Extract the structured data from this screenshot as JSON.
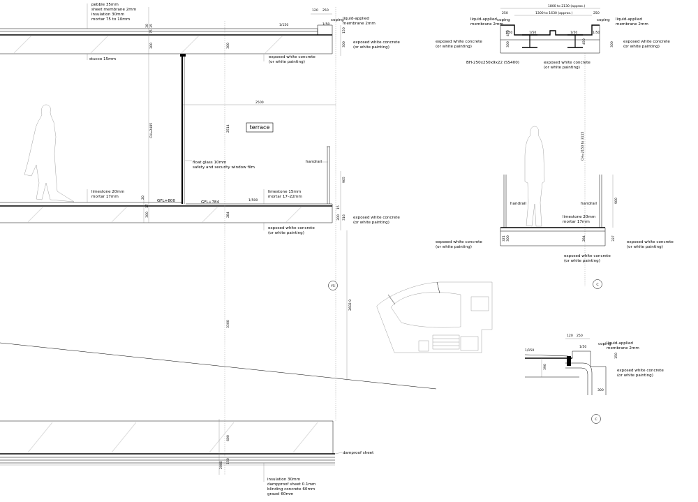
{
  "labels": {
    "roof_layers": [
      "pebble 35mm",
      "sheet membrane 2mm",
      "insulation 30mm",
      "mortar 75 to 10mm"
    ],
    "coping": "coping",
    "liquid_membrane": [
      "liquid-applied",
      "membrane 2mm"
    ],
    "exposed_concrete": [
      "exposed white concrete",
      "(or white painting)"
    ],
    "stucco": "stucco 15mm",
    "terrace": "terrace",
    "float_glass": [
      "float glass 10mm",
      "safety and security window film"
    ],
    "handrail": "handrail",
    "limestone_left": [
      "limestone 20mm",
      "mortar 17mm"
    ],
    "limestone_right": [
      "limestone 15mm",
      "mortar 17–22mm"
    ],
    "gfl_800": "GFL+800",
    "gfl_784": "GFL+784",
    "slope_150": "1/150",
    "slope_50": "1/50",
    "slope_500": "1/500",
    "grid_y5": "Y5",
    "damproof_sheet": "damproof sheet",
    "bottom_layers": [
      "insulation 30mm",
      "dampproof sheet 0.1mm",
      "blinding concrete 60mm",
      "gravel 60mm"
    ],
    "beam": "BH-250x250x9x22 (SS400)",
    "section_mark": "C",
    "limestone_c": [
      "limestone 20mm",
      "mortar 17mm"
    ]
  },
  "dims": {
    "d120": "120",
    "d250": "250",
    "d150": "150",
    "d300": "300",
    "d2500": "2500",
    "d2514": "2514",
    "d3300": "3300",
    "d2602": "2602.9",
    "ch2485": "CH=2485",
    "ch2150": "CH=2150 to 3115",
    "d900": "900",
    "d905": "905",
    "d284": "284",
    "d600": "600",
    "d17": "17",
    "d20": "20",
    "d15": "15",
    "d316": "316",
    "d450": "450",
    "d1800": "1800 to 2130 (approx.)",
    "d1300": "1300 to 1630 (approx.)",
    "d337": "337",
    "d321": "321",
    "d35": "35",
    "d75": "75",
    "d30": "30",
    "d2000": "2000",
    "d390": "390"
  }
}
